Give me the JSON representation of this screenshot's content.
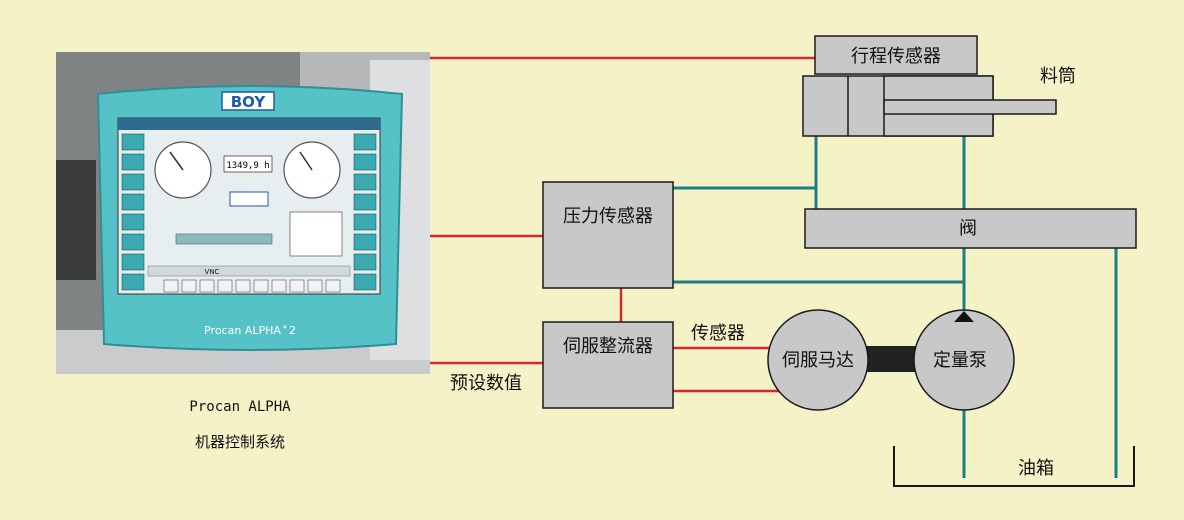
{
  "colors": {
    "background": "#f6f2c8",
    "box_fill": "#c8c8c8",
    "box_stroke": "#1a1a1a",
    "electric_line": "#d42a2a",
    "hydraulic_line": "#1b7f86",
    "controller_teal": "#55c2c7"
  },
  "panel": {
    "brand": "BOY",
    "model": "Procan ALPHA",
    "model_suffix": "2",
    "counter": "1349,9 h",
    "screen_label": "VNC",
    "caption_line1": "Procan ALPHA",
    "caption_line2": "机器控制系统"
  },
  "components": {
    "stroke_sensor": "行程传感器",
    "barrel": "料筒",
    "pressure_sensor": "压力传感器",
    "valve": "阀",
    "servo_rectifier": "伺服整流器",
    "servo_motor": "伺服马达",
    "fixed_pump": "定量泵",
    "oil_tank": "油箱"
  },
  "signals": {
    "sensor": "传感器",
    "setpoint": "预设数值"
  }
}
